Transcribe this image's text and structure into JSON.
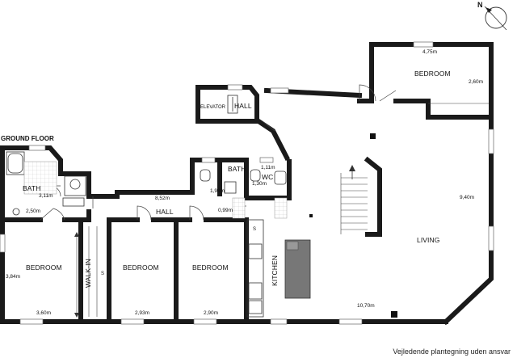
{
  "heading": "GROUND FLOOR",
  "compass": "N",
  "disclaimer": "Vejledende plantegning uden ansvar",
  "rooms": {
    "bedroom_top": "BEDROOM",
    "elevator": "ELEVATOR",
    "hall_upper": "HALL",
    "bath_left": "BATH",
    "bath_mid": "BATH",
    "wc": "WC",
    "hall_main": "HALL",
    "living": "LIVING",
    "kitchen": "KITCHEN",
    "walk_in": "WALK-IN",
    "bedroom_1": "BEDROOM",
    "bedroom_2": "BEDROOM",
    "bedroom_3": "BEDROOM"
  },
  "dimensions": {
    "bedroom_top_width": "4,75m",
    "bedroom_top_depth": "2,60m",
    "bath_left_a": "3,11m",
    "bath_left_b": "2,50m",
    "bath_mid_a": "1,98m",
    "wc_a": "1,11m",
    "wc_b": "1,30m",
    "hall_length": "8,52m",
    "hall_width": "0,99m",
    "living_depth": "9,40m",
    "living_width": "10,70m",
    "bedroom_1_depth": "3,84m",
    "bedroom_1_width": "3,60m",
    "bedroom_2_width": "2,93m",
    "bedroom_3_width": "2,90m"
  },
  "markers": {
    "closet": "S",
    "kitchen_appliance": "S"
  }
}
